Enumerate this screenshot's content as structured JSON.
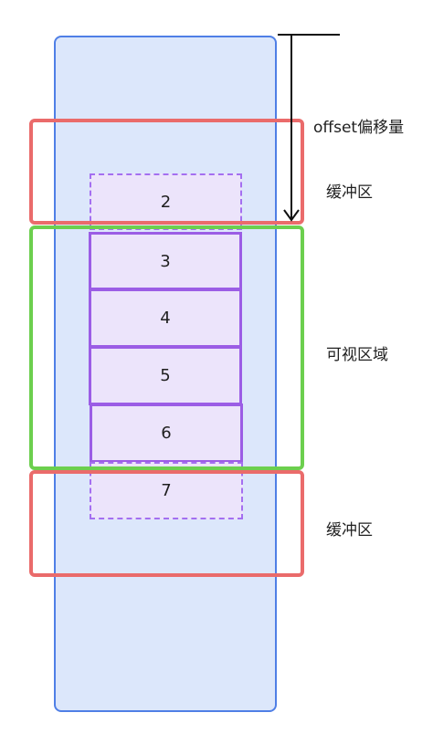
{
  "diagram": {
    "items": [
      {
        "label": "2",
        "kind": "buffer"
      },
      {
        "label": "3",
        "kind": "visible"
      },
      {
        "label": "4",
        "kind": "visible"
      },
      {
        "label": "5",
        "kind": "visible"
      },
      {
        "label": "6",
        "kind": "visible"
      },
      {
        "label": "7",
        "kind": "buffer"
      }
    ],
    "labels": {
      "offset": "offset偏移量",
      "buffer_top": "缓冲区",
      "visible": "可视区域",
      "buffer_bottom": "缓冲区"
    },
    "colors": {
      "container_fill": "#dce7fb",
      "container_border": "#4f7fe6",
      "buffer_frame": "#ea6b6b",
      "visible_frame": "#6ccf4e",
      "item_fill": "#ece4fb",
      "item_border": "#9b5de5"
    }
  }
}
